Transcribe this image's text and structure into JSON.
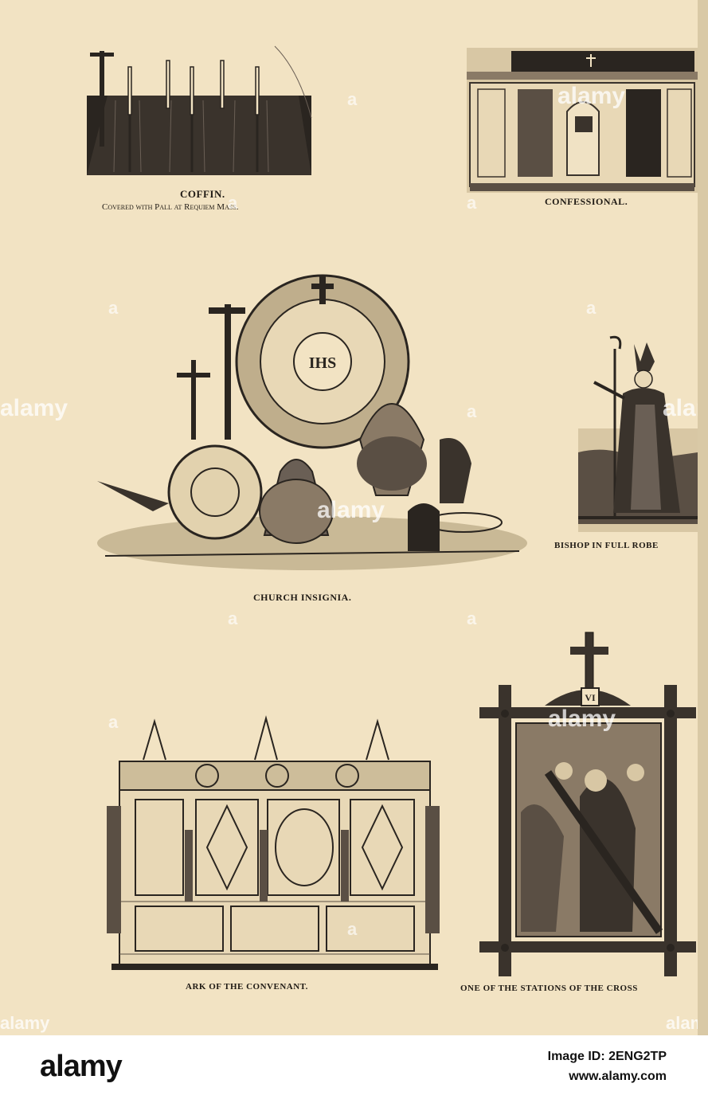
{
  "page": {
    "captions": {
      "coffin_title": "COFFIN.",
      "coffin_sub": "Covered with Pall at Requiem Mass.",
      "confessional": "CONFESSIONAL.",
      "church_insignia": "CHURCH INSIGNIA.",
      "bishop": "BISHOP IN FULL ROBE",
      "ark": "ARK OF THE CONVENANT.",
      "stations": "ONE OF THE STATIONS OF THE CROSS"
    }
  },
  "watermark": {
    "text": "alamy",
    "glyph": "a"
  },
  "footer": {
    "logo": "alamy",
    "image_id": "Image ID: 2ENG2TP",
    "url": "www.alamy.com"
  }
}
